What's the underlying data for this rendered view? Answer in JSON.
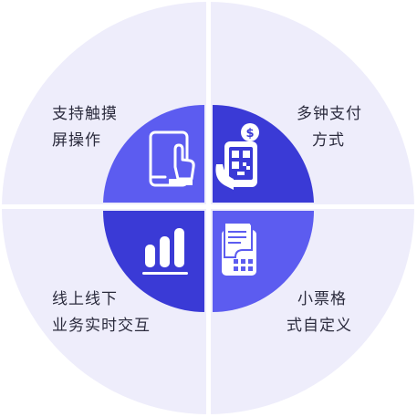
{
  "colors": {
    "outer_ring": "#eeedfb",
    "divider": "#ffffff",
    "quadrant_light": "#5c5cf0",
    "quadrant_dark": "#3a3ad6",
    "icon": "#ffffff"
  },
  "quadrants": [
    {
      "position": "top-left",
      "icon": "touch-screen-phone-icon",
      "lines": [
        "支持触摸",
        "屏操作"
      ]
    },
    {
      "position": "top-right",
      "icon": "qr-payment-phone-icon",
      "lines": [
        "多钟支付",
        "方式"
      ]
    },
    {
      "position": "bottom-left",
      "icon": "bar-chart-icon",
      "lines": [
        "线上线下",
        "业务实时交互"
      ]
    },
    {
      "position": "bottom-right",
      "icon": "receipt-printer-icon",
      "lines": [
        "小票格",
        "式自定义"
      ]
    }
  ]
}
